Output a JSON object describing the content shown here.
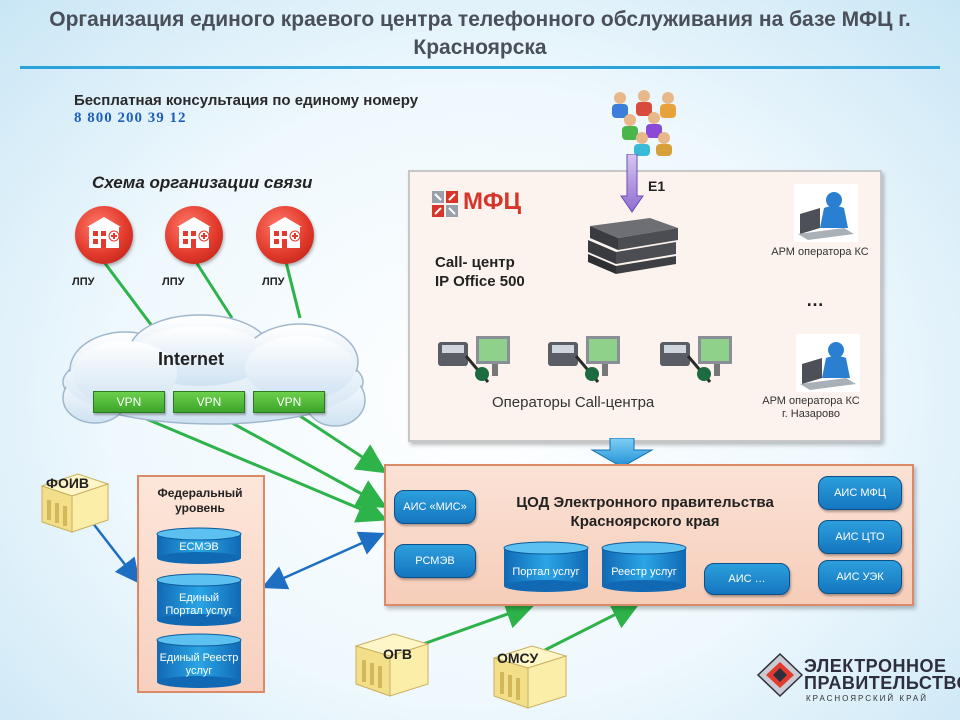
{
  "title": "Организация единого краевого центра телефонного обслуживания на базе МФЦ г. Красноярска",
  "consultation": {
    "text": "Бесплатная консультация по единому номеру",
    "phone": "8 800 200 39 12"
  },
  "scheme_title": "Схема организации связи",
  "lpu_labels": [
    "ЛПУ",
    "ЛПУ",
    "ЛПУ"
  ],
  "internet": {
    "label": "Internet",
    "vpn_labels": [
      "VPN",
      "VPN",
      "VPN"
    ]
  },
  "mfc": {
    "logo_text": "МФЦ",
    "call_center": "Call- центр\nIP Office 500",
    "e1": "E1",
    "operators_label": "Операторы Call-центра",
    "arm_ks": "АРМ оператора КС",
    "dots": "…",
    "arm_nazarovo": "АРМ оператора КС г. Назарово"
  },
  "foiv": "ФОИВ",
  "federal": {
    "title": "Федеральный уровень",
    "items": [
      "ЕСМЭВ",
      "Единый Портал услуг",
      "Единый Реестр услуг"
    ]
  },
  "cod": {
    "title": "ЦОД Электронного правительства Красноярского края",
    "ais_mis": "АИС «МИС»",
    "rsmev": "РСМЭВ",
    "portal": "Портал услуг",
    "reestr": "Реестр услуг",
    "ais_dots": "АИС …",
    "ais_mfc": "АИС МФЦ",
    "ais_cto": "АИС ЦТО",
    "ais_uek": "АИС УЭК"
  },
  "ogv": "ОГВ",
  "omsu": "ОМСУ",
  "logo": {
    "main": "ЭЛЕКТРОННОЕ ПРАВИТЕЛЬСТВО",
    "sub": "КРАСНОЯРСКИЙ КРАЙ"
  },
  "colors": {
    "accent_blue": "#2aa3d8",
    "arrow_green": "#2db34a",
    "arrow_blue": "#1e6fc4",
    "lpu_red": "#e23a2c",
    "mfc_red": "#d7342a",
    "db_blue": "#1a84cf"
  }
}
